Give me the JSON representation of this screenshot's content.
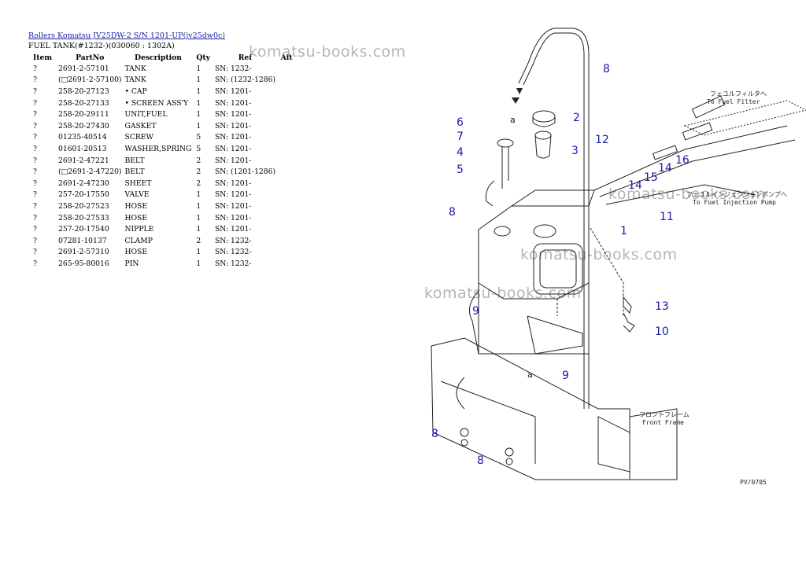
{
  "header": {
    "link_text": "Rollers Komatsu JV25DW-2 S/N 1201-UP(jv25dw0c)",
    "subtitle": "FUEL TANK(#1232-)(030060 : 1302A)"
  },
  "table": {
    "columns": [
      "Item",
      "PartNo",
      "Description",
      "Qty",
      "Ref",
      "Alt"
    ],
    "rows": [
      {
        "item": "?",
        "part_no": "2691-2-57101",
        "description": "TANK",
        "qty": "1",
        "ref": "SN: 1232-",
        "alt": ""
      },
      {
        "item": "?",
        "part_no": "(□2691-2-57100)",
        "description": "TANK",
        "qty": "1",
        "ref": "SN: (1232-1286)",
        "alt": ""
      },
      {
        "item": "?",
        "part_no": "258-20-27123",
        "description": "• CAP",
        "qty": "1",
        "ref": "SN: 1201-",
        "alt": ""
      },
      {
        "item": "?",
        "part_no": "258-20-27133",
        "description": "• SCREEN ASS'Y",
        "qty": "1",
        "ref": "SN: 1201-",
        "alt": ""
      },
      {
        "item": "?",
        "part_no": "258-20-29111",
        "description": "UNIT,FUEL",
        "qty": "1",
        "ref": "SN: 1201-",
        "alt": ""
      },
      {
        "item": "?",
        "part_no": "258-20-27430",
        "description": "GASKET",
        "qty": "1",
        "ref": "SN: 1201-",
        "alt": ""
      },
      {
        "item": "?",
        "part_no": "01235-40514",
        "description": "SCREW",
        "qty": "5",
        "ref": "SN: 1201-",
        "alt": ""
      },
      {
        "item": "?",
        "part_no": "01601-20513",
        "description": "WASHER,SPRING",
        "qty": "5",
        "ref": "SN: 1201-",
        "alt": ""
      },
      {
        "item": "?",
        "part_no": "2691-2-47221",
        "description": "BELT",
        "qty": "2",
        "ref": "SN: 1201-",
        "alt": ""
      },
      {
        "item": "?",
        "part_no": "(□2691-2-47220)",
        "description": "BELT",
        "qty": "2",
        "ref": "SN: (1201-1286)",
        "alt": ""
      },
      {
        "item": "?",
        "part_no": "2691-2-47230",
        "description": "SHEET",
        "qty": "2",
        "ref": "SN: 1201-",
        "alt": ""
      },
      {
        "item": "?",
        "part_no": "257-20-17550",
        "description": "VALVE",
        "qty": "1",
        "ref": "SN: 1201-",
        "alt": ""
      },
      {
        "item": "?",
        "part_no": "258-20-27523",
        "description": "HOSE",
        "qty": "1",
        "ref": "SN: 1201-",
        "alt": ""
      },
      {
        "item": "?",
        "part_no": "258-20-27533",
        "description": "HOSE",
        "qty": "1",
        "ref": "SN: 1201-",
        "alt": ""
      },
      {
        "item": "?",
        "part_no": "257-20-17540",
        "description": "NIPPLE",
        "qty": "1",
        "ref": "SN: 1201-",
        "alt": ""
      },
      {
        "item": "?",
        "part_no": "07281-10137",
        "description": "CLAMP",
        "qty": "2",
        "ref": "SN: 1232-",
        "alt": ""
      },
      {
        "item": "?",
        "part_no": "2691-2-57310",
        "description": "HOSE",
        "qty": "1",
        "ref": "SN: 1232-",
        "alt": ""
      },
      {
        "item": "?",
        "part_no": "265-95-80016",
        "description": "PIN",
        "qty": "1",
        "ref": "SN: 1232-",
        "alt": ""
      }
    ]
  },
  "watermark": "komatsu-books.com",
  "diagram": {
    "callouts": [
      "8",
      "6",
      "a",
      "2",
      "7",
      "3",
      "4",
      "5",
      "12",
      "14",
      "16",
      "15",
      "14",
      "11",
      "8",
      "1",
      "13",
      "10",
      "9",
      "9",
      "a",
      "8",
      "8"
    ],
    "annotations": {
      "to_fuel_filter_jp": "フェユルフィルタへ",
      "to_fuel_filter_en": "To Fuel Filter",
      "to_injection_pump_jp": "フェユルインジェクションポンプへ",
      "to_injection_pump_en": "To Fuel Injection Pump",
      "front_frame_jp": "フロントフレーム",
      "front_frame_en": "Front Frame",
      "page_code": "PV/0705"
    }
  }
}
